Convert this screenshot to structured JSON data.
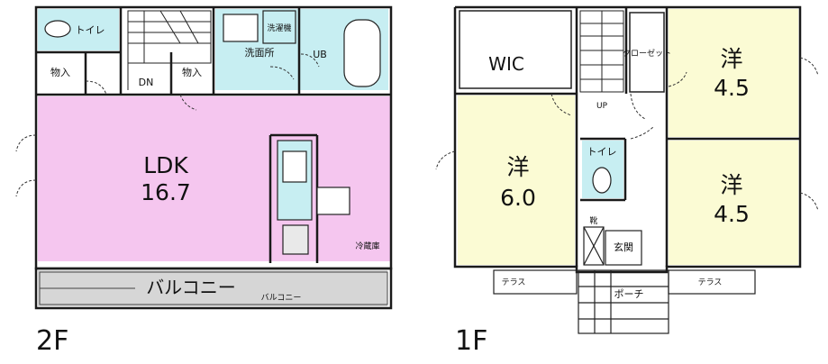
{
  "colors": {
    "ldk": "#f5c6ef",
    "wet": "#c7eef2",
    "bedroom": "#fbfbd4",
    "balcony": "#d6d6d6",
    "wall": "#1a1a1a"
  },
  "floor2": {
    "label": "2F",
    "ldk_name": "LDK",
    "ldk_size": "16.7",
    "toilet": "トイレ",
    "storage_1": "物入",
    "storage_2": "物入",
    "stair_dn": "DN",
    "washroom": "洗面所",
    "washer": "洗濯機",
    "bath": "UB",
    "fridge": "冷蔵庫",
    "balcony_main": "バルコニー",
    "balcony_small": "バルコニー"
  },
  "floor1": {
    "label": "1F",
    "wic": "WIC",
    "closet": "クローゼット",
    "room_a_name": "洋",
    "room_a_size": "4.5",
    "room_b_name": "洋",
    "room_b_size": "4.5",
    "room_c_name": "洋",
    "room_c_size": "6.0",
    "stair_up": "UP",
    "toilet": "トイレ",
    "shoe": "靴",
    "entrance": "玄関",
    "porch": "ポーチ",
    "terrace_1": "テラス",
    "terrace_2": "テラス"
  }
}
